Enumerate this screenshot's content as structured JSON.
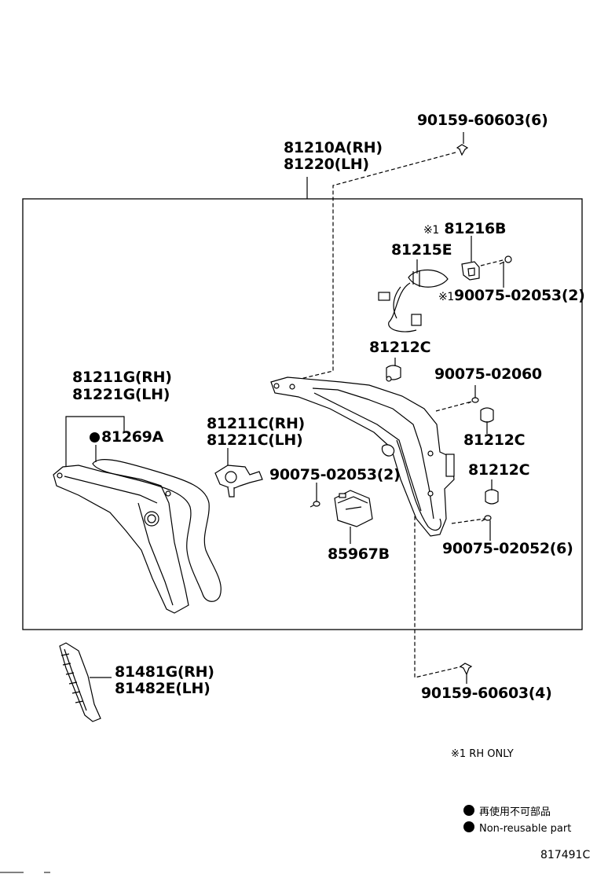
{
  "labels": {
    "fastener_top": "90159-60603(6)",
    "lamp_assy_rh": "81210A(RH)",
    "lamp_assy_lh": "81220(LH)",
    "rh_only_mark_a": "※1",
    "bracket": "81216B",
    "socket_wire": "81215E",
    "rh_only_mark_b": "※1",
    "screw_upper": "90075-02053(2)",
    "cushion_a": "81212C",
    "screw_mid": "90075-02060",
    "cushion_b": "81212C",
    "cushion_c": "81212C",
    "screw_lower": "90075-02052(6)",
    "lens_rh": "81211G(RH)",
    "lens_lh": "81221G(LH)",
    "gasket": "81269A",
    "lamp_unit_rh": "81211C(RH)",
    "lamp_unit_lh": "81221C(LH)",
    "screw_module": "90075-02053(2)",
    "module": "85967B",
    "fastener_bottom": "90159-60603(4)",
    "garnish_rh": "81481G(RH)",
    "garnish_lh": "81482E(LH)"
  },
  "notes": {
    "rh_only": "※1 RH ONLY",
    "legend_jp": "再使用不可部品",
    "legend_en": "Non-reusable part",
    "figure_id": "817491C"
  }
}
